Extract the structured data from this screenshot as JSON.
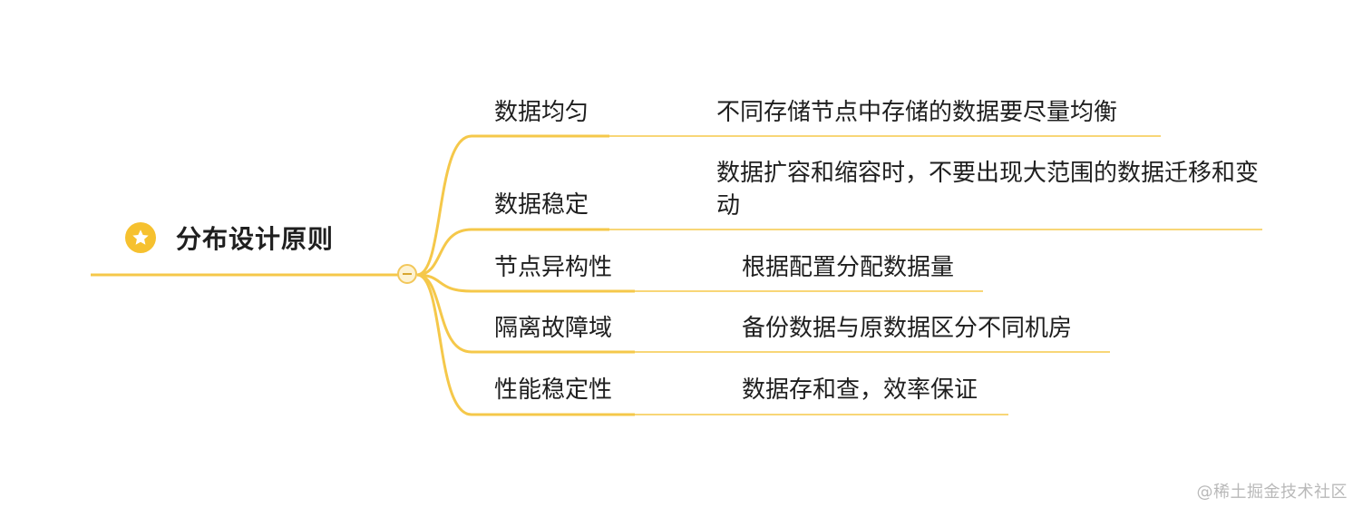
{
  "root": {
    "title": "分布设计原则",
    "icon": "star-icon",
    "accent_color": "#f6c12f"
  },
  "branches": [
    {
      "label": "数据均匀",
      "description": "不同存储节点中存储的数据要尽量均衡"
    },
    {
      "label": "数据稳定",
      "description": "数据扩容和缩容时，不要出现大范围的数据迁移和变动"
    },
    {
      "label": "节点异构性",
      "description": "根据配置分配数据量"
    },
    {
      "label": "隔离故障域",
      "description": "备份数据与原数据区分不同机房"
    },
    {
      "label": "性能稳定性",
      "description": "数据存和查，效率保证"
    }
  ],
  "line_color": "#f5c84a",
  "watermark": "@稀土掘金技术社区"
}
